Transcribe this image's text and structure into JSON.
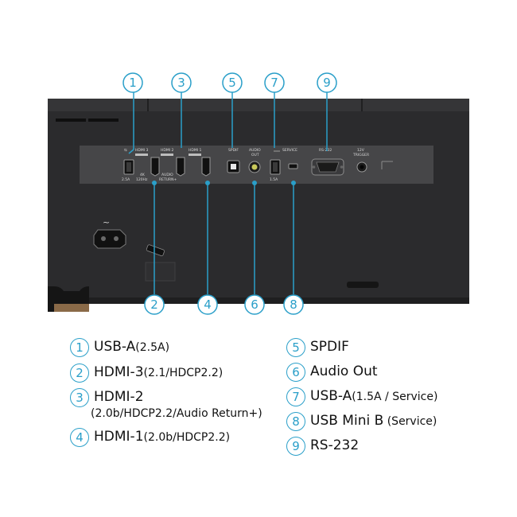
{
  "callouts": [
    "1",
    "2",
    "3",
    "4",
    "5",
    "6",
    "7",
    "8",
    "9"
  ],
  "panel_labels": {
    "hdmi3": "HDMI 3",
    "hdmi2": "HDMI 2",
    "hdmi1": "HDMI 1",
    "spdif": "SPDIF",
    "audio_out_1": "AUDIO",
    "audio_out_2": "OUT",
    "service": "SERVICE",
    "rs232": "RS-232",
    "trigger_1": "12V",
    "trigger_2": "TRIGGER",
    "usb_a_current": "2.5A",
    "fourk": "4K",
    "hz": "120Hz",
    "audio_return_1": "AUDIO",
    "audio_return_2": "RETURN+",
    "usb_service_current": "1.5A",
    "ac_symbol": "~"
  },
  "legend": {
    "left": [
      {
        "num": "1",
        "main": "USB-A",
        "sub": "(2.5A)"
      },
      {
        "num": "2",
        "main": "HDMI-3",
        "sub": "(2.1/HDCP2.2)"
      },
      {
        "num": "3",
        "main": "HDMI-2",
        "sub": "",
        "line2": "(2.0b/HDCP2.2/Audio Return+)"
      },
      {
        "num": "4",
        "main": "HDMI-1",
        "sub": "(2.0b/HDCP2.2)"
      }
    ],
    "right": [
      {
        "num": "5",
        "main": "SPDIF",
        "sub": ""
      },
      {
        "num": "6",
        "main": "Audio Out",
        "sub": ""
      },
      {
        "num": "7",
        "main": "USB-A",
        "sub": "(1.5A / Service)"
      },
      {
        "num": "8",
        "main": "USB Mini B",
        "sub": " (Service)"
      },
      {
        "num": "9",
        "main": "RS-232",
        "sub": ""
      }
    ]
  },
  "colors": {
    "accent": "#2a9fc9",
    "body": "#2b2b2d",
    "panel": "#464648",
    "port": "#111111"
  }
}
